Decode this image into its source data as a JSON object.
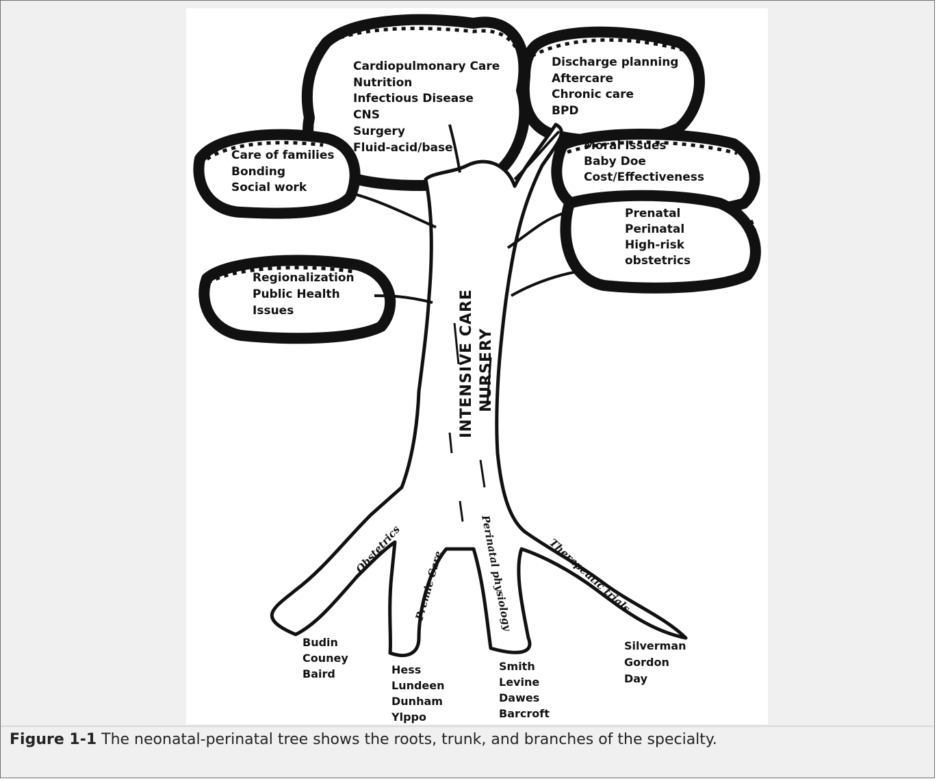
{
  "figure": {
    "trunk_label_1": "INTENSIVE CARE",
    "trunk_label_2": "NURSERY",
    "canopies": [
      {
        "lines": [
          "Cardiopulmonary Care",
          "Nutrition",
          "Infectious Disease",
          "CNS",
          "Surgery",
          "Fluid-acid/base"
        ]
      },
      {
        "lines": [
          "Discharge planning",
          "Aftercare",
          "Chronic care",
          "BPD"
        ]
      },
      {
        "lines": [
          "Care of families",
          "Bonding",
          "Social work"
        ]
      },
      {
        "lines": [
          "Moral Issues",
          "Baby Doe",
          "Cost/Effectiveness"
        ]
      },
      {
        "lines": [
          "Prenatal",
          "Perinatal",
          "High-risk",
          "obstetrics"
        ]
      },
      {
        "lines": [
          "Regionalization",
          "Public Health",
          "Issues"
        ]
      }
    ],
    "roots": [
      {
        "label": "Obstetrics",
        "names": [
          "Budin",
          "Couney",
          "Baird"
        ]
      },
      {
        "label": "Premie Care",
        "names": [
          "Hess",
          "Lundeen",
          "Dunham",
          "Ylppo"
        ]
      },
      {
        "label": "Perinatal physiology",
        "names": [
          "Smith",
          "Levine",
          "Dawes",
          "Barcroft"
        ]
      },
      {
        "label": "Therapeutic trials",
        "names": [
          "Silverman",
          "Gordon",
          "Day"
        ]
      }
    ]
  },
  "caption": {
    "label": "Figure 1-1",
    "text": " The neonatal-perinatal tree shows the roots, trunk, and branches of the specialty."
  }
}
